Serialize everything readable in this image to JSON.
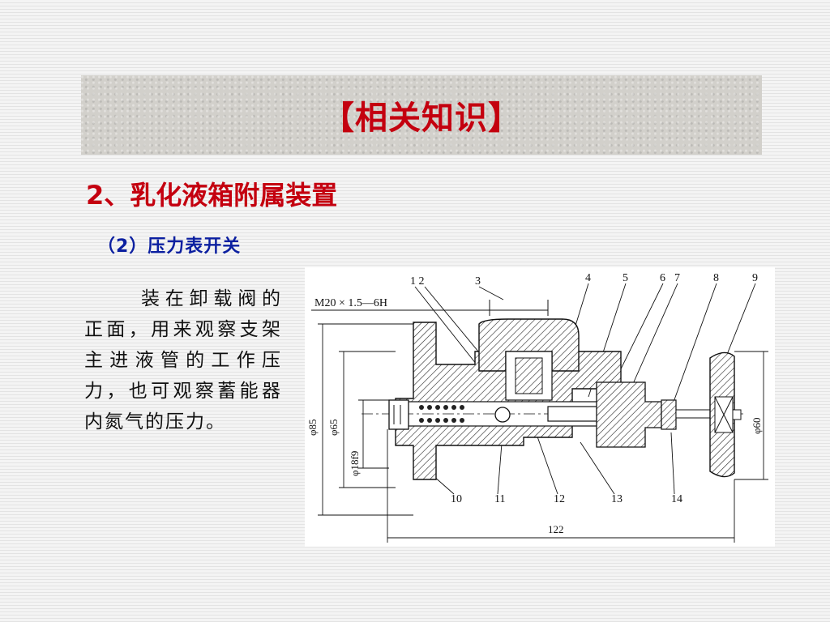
{
  "banner": {
    "title": "【相关知识】"
  },
  "heading": "2、乳化液箱附属装置",
  "subheading": "（2）压力表开关",
  "body_text": "装在卸载阀的正面，用来观察支架主进液管的工作压力，也可观察蓄能器内氮气的压力。",
  "figure": {
    "thread_label": "M20 × 1.5—6H",
    "part_numbers": [
      "1 2",
      "3",
      "4",
      "5",
      "6",
      "7",
      "8",
      "9",
      "10",
      "11",
      "12",
      "13",
      "14"
    ],
    "dim_left": [
      "φ85",
      "φ65",
      "φ18f9"
    ],
    "dim_right": "φ60",
    "dim_bottom": "122"
  }
}
